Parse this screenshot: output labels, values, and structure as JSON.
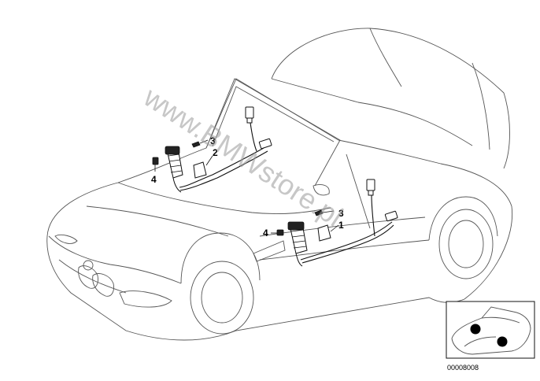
{
  "diagram": {
    "watermark": "www.BMWstore.pl",
    "document_number": "00008008",
    "part_labels": [
      {
        "id": "label-1",
        "text": "1"
      },
      {
        "id": "label-2",
        "text": "2"
      },
      {
        "id": "label-3-upper",
        "text": "3"
      },
      {
        "id": "label-3-lower",
        "text": "3"
      },
      {
        "id": "label-4-upper",
        "text": "4"
      },
      {
        "id": "label-4-lower",
        "text": "4"
      }
    ]
  }
}
